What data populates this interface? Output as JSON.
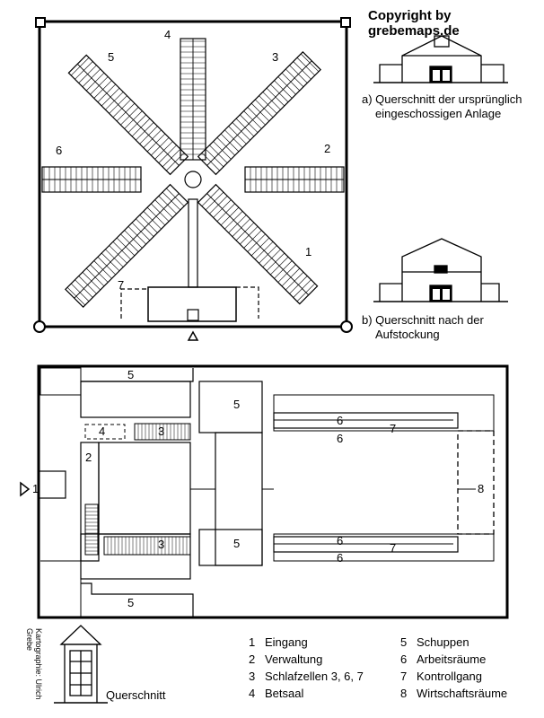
{
  "copyright": "Copyright by grebemaps.de",
  "credit": "Kartographie: Ulrich Grebe",
  "top_plan": {
    "wing_labels": [
      "1",
      "2",
      "3",
      "4",
      "5",
      "6",
      "7"
    ]
  },
  "sections": {
    "a": {
      "line1": "a) Querschnitt der ursprünglich",
      "line2": "eingeschossigen Anlage"
    },
    "b": {
      "line1": "b) Querschnitt nach der",
      "line2": "Aufstockung"
    }
  },
  "bottom_plan": {
    "labels": {
      "n1": "1",
      "n2": "2",
      "n3a": "3",
      "n3b": "3",
      "n4": "4",
      "n5a": "5",
      "n5b": "5",
      "n5c": "5",
      "n5d": "5",
      "n6a": "6",
      "n6b": "6",
      "n6c": "6",
      "n6d": "6",
      "n7a": "7",
      "n7b": "7",
      "n8": "8"
    }
  },
  "tower": {
    "caption": "Querschnitt"
  },
  "legend": [
    {
      "num": "1",
      "text": "Eingang"
    },
    {
      "num": "2",
      "text": "Verwaltung"
    },
    {
      "num": "3",
      "text": "Schlafzellen 3, 6, 7"
    },
    {
      "num": "4",
      "text": "Betsaal"
    },
    {
      "num": "5",
      "text": "Schuppen"
    },
    {
      "num": "6",
      "text": "Arbeitsräume"
    },
    {
      "num": "7",
      "text": "Kontrollgang"
    },
    {
      "num": "8",
      "text": "Wirtschaftsräume"
    }
  ]
}
